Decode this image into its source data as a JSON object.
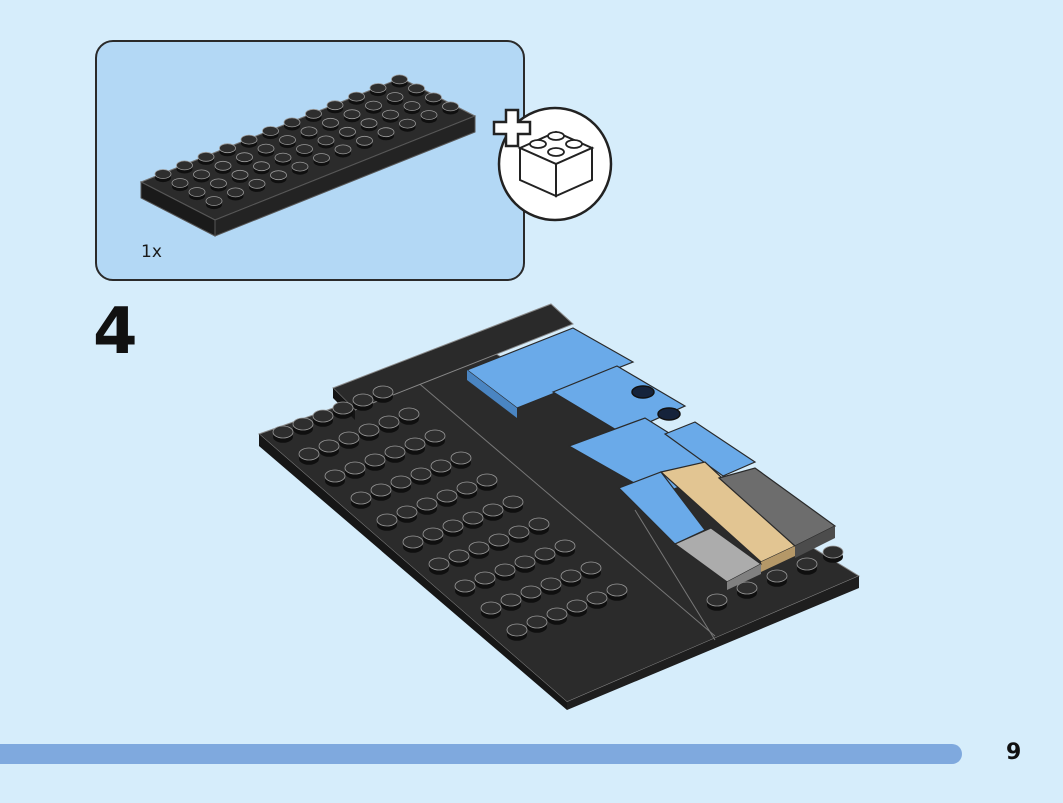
{
  "parts_callout": {
    "quantity": "1x",
    "part": "black plate"
  },
  "step": {
    "number": "4"
  },
  "footer": {
    "page_number": "9",
    "progress": 0.905
  },
  "colors": {
    "background": "#d6edfb",
    "callout": "#b3d8f5",
    "plate": "#2b2b2b",
    "blue_tile": "#69aaea",
    "tan_tile": "#e2c592",
    "dark_grey_tile": "#6d6d6d",
    "light_grey_tile": "#acacac",
    "progress_bar": "#7fa9de"
  },
  "icons": [
    "plate-icon",
    "add-brick-icon",
    "plus-icon"
  ]
}
